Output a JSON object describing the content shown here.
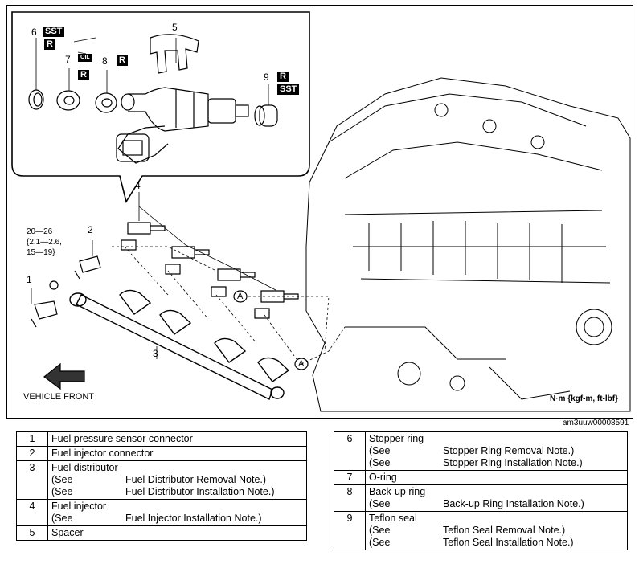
{
  "callouts": {
    "c1": "1",
    "c2": "2",
    "c3": "3",
    "c4": "4",
    "c5": "5",
    "c6": "6",
    "c7": "7",
    "c8": "8",
    "c9": "9",
    "a1": "A",
    "a2": "A"
  },
  "tags": {
    "sst_6": "SST",
    "r_6": "R",
    "oil": "OIL",
    "r_7": "R",
    "r_8": "R",
    "r_9": "R",
    "sst_9": "SST"
  },
  "torque": {
    "line1": "20—26",
    "line2": "{2.1—2.6,",
    "line3": "15—19}"
  },
  "vehicle_front": "VEHICLE FRONT",
  "unit_note": "N·m {kgf-m, ft-lbf}",
  "figure_code": "am3uuw00008591",
  "legend_left": [
    {
      "num": "1",
      "name": "Fuel pressure sensor connector",
      "refs": []
    },
    {
      "num": "2",
      "name": "Fuel injector connector",
      "refs": []
    },
    {
      "num": "3",
      "name": "Fuel distributor",
      "refs": [
        {
          "see": "(See",
          "note": "Fuel Distributor Removal Note.)"
        },
        {
          "see": "(See",
          "note": "Fuel Distributor Installation Note.)"
        }
      ]
    },
    {
      "num": "4",
      "name": "Fuel injector",
      "refs": [
        {
          "see": "(See",
          "note": "Fuel Injector Installation Note.)"
        }
      ]
    },
    {
      "num": "5",
      "name": "Spacer",
      "refs": []
    }
  ],
  "legend_right": [
    {
      "num": "6",
      "name": "Stopper ring",
      "refs": [
        {
          "see": "(See",
          "note": "Stopper Ring Removal Note.)"
        },
        {
          "see": "(See",
          "note": "Stopper Ring Installation Note.)"
        }
      ]
    },
    {
      "num": "7",
      "name": "O-ring",
      "refs": []
    },
    {
      "num": "8",
      "name": "Back-up ring",
      "refs": [
        {
          "see": "(See",
          "note": "Back-up Ring Installation Note.)"
        }
      ]
    },
    {
      "num": "9",
      "name": "Teflon seal",
      "refs": [
        {
          "see": "(See",
          "note": "Teflon Seal Removal Note.)"
        },
        {
          "see": "(See",
          "note": "Teflon Seal Installation Note.)"
        }
      ]
    }
  ]
}
